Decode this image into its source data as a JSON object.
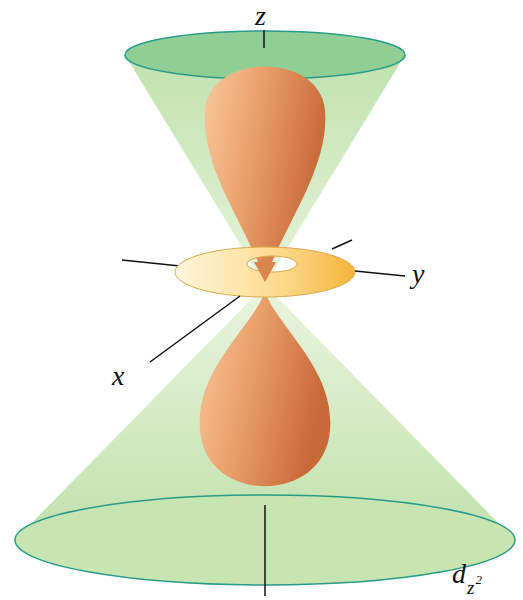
{
  "diagram": {
    "labels": [
      "z",
      "x",
      "y",
      "d",
      "z",
      "2"
    ]
  }
}
